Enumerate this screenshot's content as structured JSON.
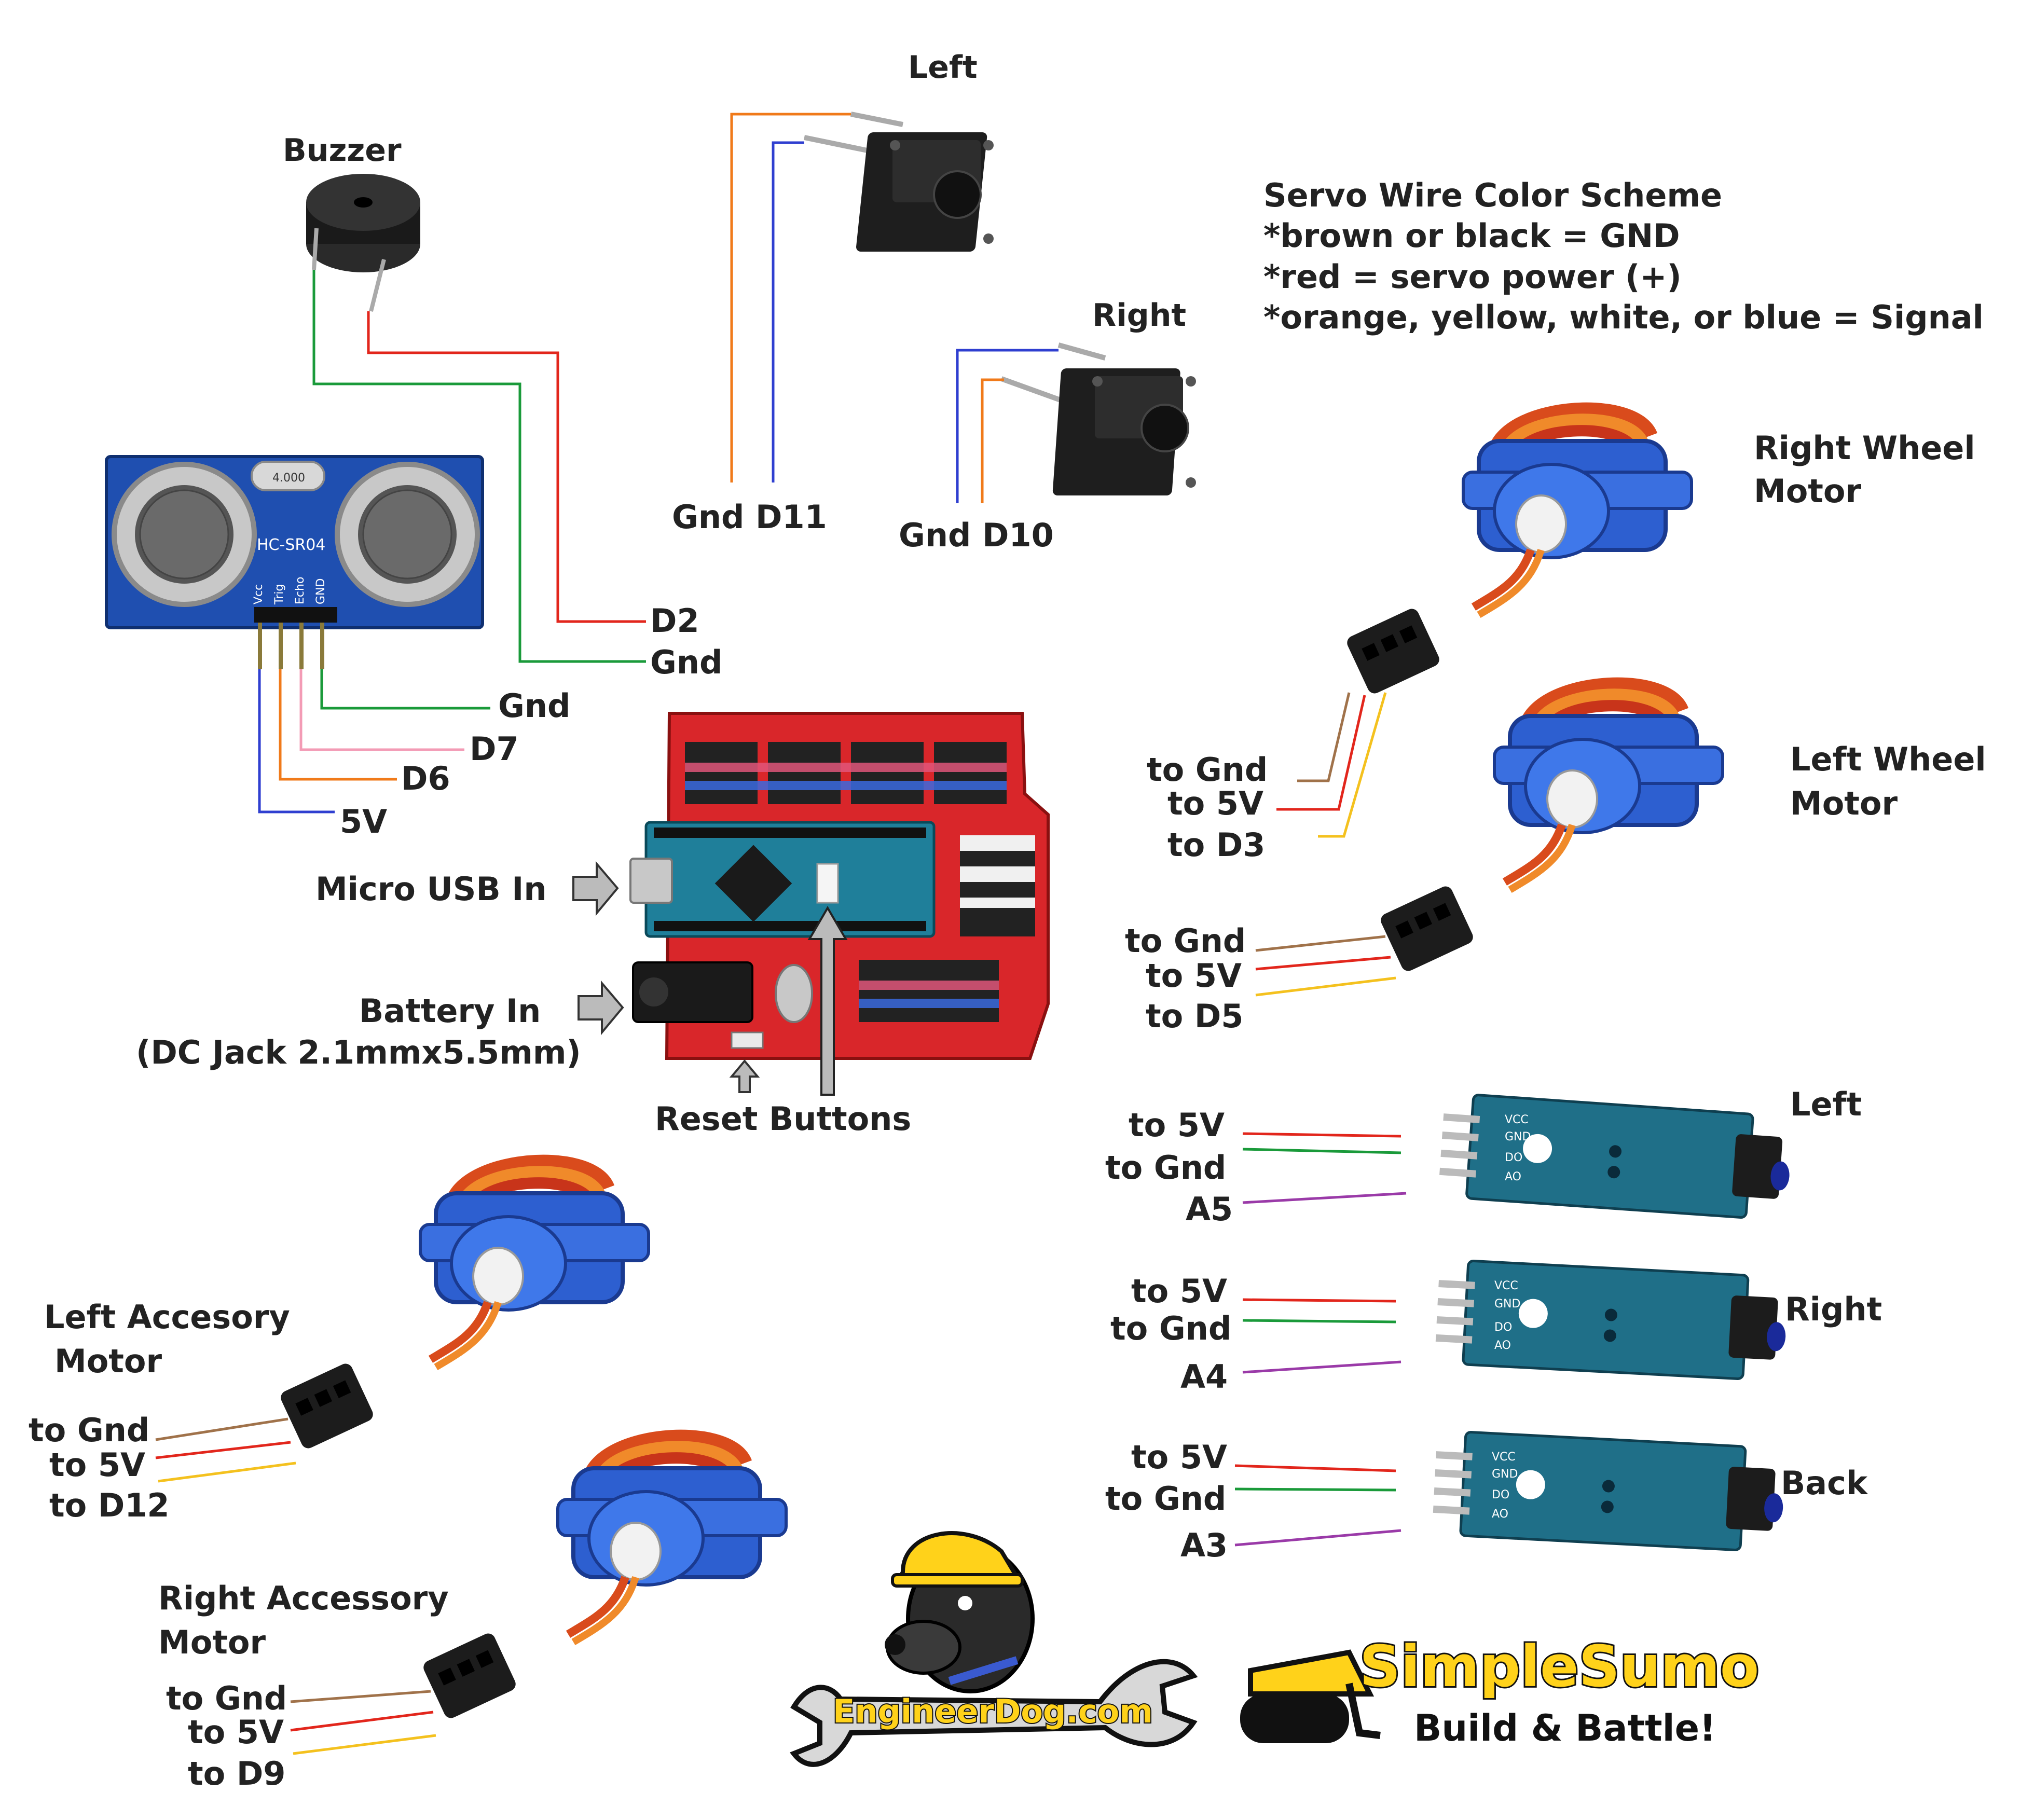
{
  "labels": {
    "buzzer": "Buzzer",
    "button_left": "Left",
    "button_right": "Right",
    "button_left_pins": "Gnd D11",
    "button_right_pins": "Gnd D10",
    "sonar_d2": "D2",
    "sonar_gnd_top": "Gnd",
    "sonar_gnd": "Gnd",
    "sonar_d7": "D7",
    "sonar_d6": "D6",
    "sonar_5v": "5V",
    "sonar_chip": "HC-SR04",
    "sonar_crystal": "4.000",
    "sonar_pins": [
      "Vcc",
      "Trig",
      "Echo",
      "GND"
    ],
    "micro_usb": "Micro USB In",
    "battery_in": "Battery In",
    "dc_jack": "(DC Jack 2.1mmx5.5mm)",
    "reset_buttons": "Reset Buttons"
  },
  "servo_legend": {
    "title": "Servo Wire Color Scheme",
    "line1": "*brown or black = GND",
    "line2": "*red = servo power (+)",
    "line3": "*orange, yellow, white, or blue = Signal"
  },
  "servos": {
    "right_wheel": {
      "name1": "Right Wheel",
      "name2": "Motor",
      "gnd": "to Gnd",
      "v5": "to 5V",
      "sig": "to D3"
    },
    "left_wheel": {
      "name1": "Left Wheel",
      "name2": "Motor",
      "gnd": "to Gnd",
      "v5": "to 5V",
      "sig": "to D5"
    },
    "left_accessory": {
      "name1": "Left Accesory",
      "name2": "Motor",
      "gnd": "to Gnd",
      "v5": "to 5V",
      "sig": "to D12"
    },
    "right_accessory": {
      "name1": "Right Accessory",
      "name2": "Motor",
      "gnd": "to Gnd",
      "v5": "to 5V",
      "sig": "to D9"
    }
  },
  "ir_sensors": {
    "left": {
      "name": "Left",
      "v5": "to 5V",
      "gnd": "to Gnd",
      "sig": "A5"
    },
    "right": {
      "name": "Right",
      "v5": "to 5V",
      "gnd": "to Gnd",
      "sig": "A4"
    },
    "back": {
      "name": "Back",
      "v5": "to 5V",
      "gnd": "to Gnd",
      "sig": "A3"
    },
    "pin_labels": [
      "VCC",
      "GND",
      "DO",
      "AO"
    ]
  },
  "logos": {
    "engineer_dog": "EngineerDog.com",
    "simple_sumo": "SimpleSumo",
    "build_battle": "Build & Battle!"
  },
  "colors": {
    "wire_gnd_brown": "#a0724a",
    "wire_power_red": "#e2261c",
    "wire_signal_yellow": "#f4c11e",
    "wire_green": "#1a9a3a",
    "wire_orange": "#f07a1a",
    "wire_blue": "#2f3fd0",
    "wire_pink": "#f39bb5",
    "wire_purple": "#9a3aa8",
    "servo_blue": "#2d5fd0",
    "board_red": "#d9262a",
    "nano_teal": "#1f7f9a",
    "sonar_blue": "#1f4fb0",
    "ir_teal": "#1f6f88",
    "logo_yellow": "#ffd21a"
  }
}
